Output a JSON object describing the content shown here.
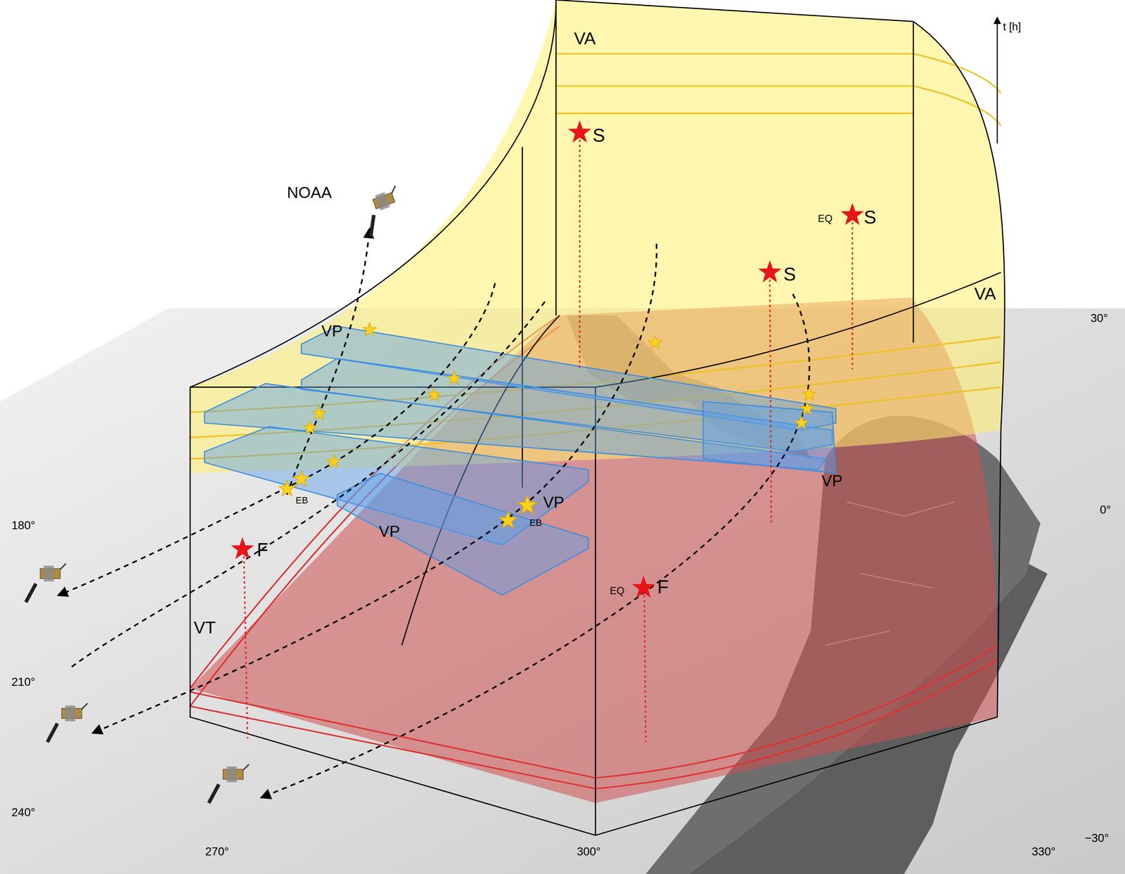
{
  "diagram": {
    "labels": [
      "t [h]",
      "VA",
      "S",
      "NOAA",
      "EQ",
      "S",
      "S",
      "VA",
      "30°",
      "VP",
      "VP",
      "EB",
      "VP",
      "0°",
      "EB",
      "180°",
      "VP",
      "F",
      "EQ",
      "F",
      "VT",
      "210°",
      "240°",
      "−30°",
      "270°",
      "300°",
      "330°"
    ]
  }
}
